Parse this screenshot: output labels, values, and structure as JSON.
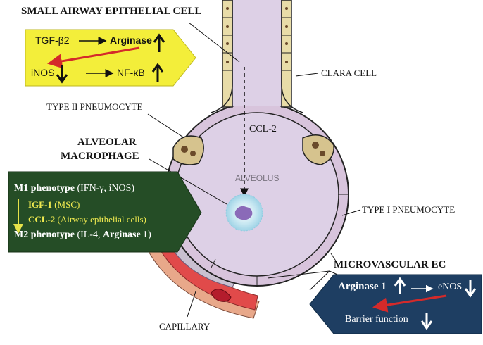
{
  "labels": {
    "small_airway": "SMALL AIRWAY EPITHELIAL CELL",
    "clara": "CLARA CELL",
    "type2": "TYPE II PNEUMOCYTE",
    "ccl2": "CCL-2",
    "alv_macro_1": "ALVEOLAR",
    "alv_macro_2": "MACROPHAGE",
    "alveolus": "ALVEOLUS",
    "type1": "TYPE I PNEUMOCYTE",
    "microvascular": "MICROVASCULAR EC",
    "capillary": "CAPILLARY"
  },
  "yellow_box": {
    "tgf": "TGF-β2",
    "arginase": "Arginase",
    "inos": "iNOS",
    "nfkb": "NF-κB"
  },
  "green_box": {
    "m1_bold": "M1 phenotype",
    "m1_rest": " (IFN-γ, iNOS)",
    "igf_bold": "IGF-1",
    "igf_rest": " (MSC)",
    "ccl2_bold": "CCL-2",
    "ccl2_rest": " (Airway epithelial cells)",
    "m2_bold": "M2 phenotype",
    "m2_rest1": " (IL-4, ",
    "m2_arg": "Arginase 1",
    "m2_rest2": ")"
  },
  "blue_box": {
    "arginase1": "Arginase 1",
    "enos": "eNOS",
    "barrier": "Barrier function"
  },
  "colors": {
    "yellow": "#f3ee3a",
    "green": "#254d26",
    "navy": "#1e3e62",
    "alveolus_fill": "#ddd0e6",
    "capillary_red": "#e14a4a",
    "arrow_red": "#d42a2a"
  }
}
